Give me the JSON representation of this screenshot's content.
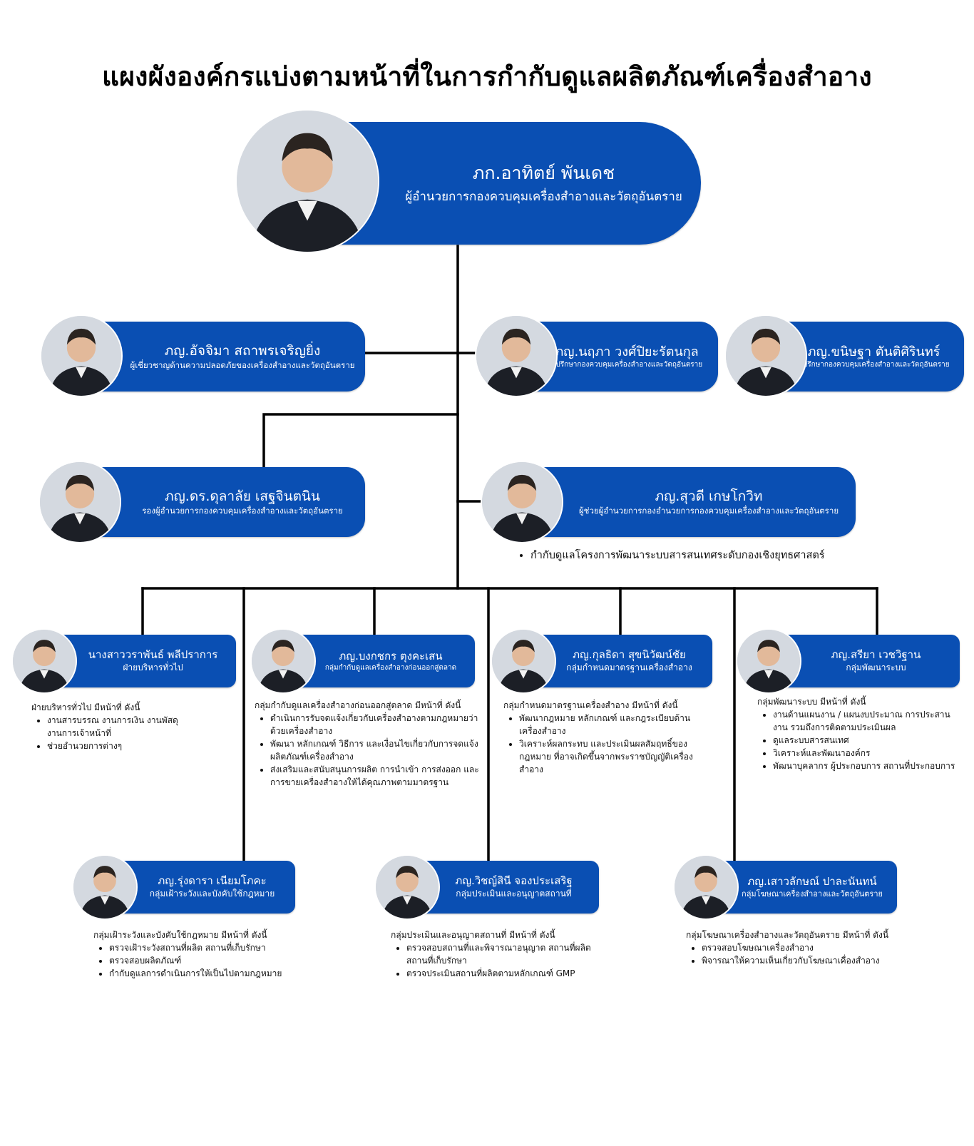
{
  "title": "แผงผังองค์กรแบ่งตามหน้าที่ในการกำกับดูแลผลิตภัณฑ์เครื่องสำอาง",
  "icons": {
    "portrait": "person-photo-icon"
  },
  "colors": {
    "pill": "#0a4fb3",
    "connector": "#000000"
  },
  "director": {
    "name": "ภก.อาทิตย์ พันเดช",
    "role": "ผู้อำนวยการกองควบคุมเครื่องสำอางและวัตถุอันตราย"
  },
  "expert": {
    "name": "ภญ.อัจจิมา สถาพรเจริญยิ่ง",
    "role": "ผู้เชี่ยวชาญด้านความปลอดภัยของเครื่องสำอางและวัตถุอันตราย"
  },
  "advisors": [
    {
      "name": "ภญ.นฤภา วงศ์ปิยะรัตนกุล",
      "role": "ที่ปรึกษากองควบคุมเครื่องสำอางและวัตถุอันตราย"
    },
    {
      "name": "ภญ.ขนิษฐา ตันติศิรินทร์",
      "role": "ที่ปรึกษากองควบคุมเครื่องสำอางและวัตถุอันตราย"
    }
  ],
  "deputy": {
    "name": "ภญ.ดร.ดุลาลัย เสฐจินตนิน",
    "role": "รองผู้อำนวยการกองควบคุมเครื่องสำอางและวัตถุอันตราย"
  },
  "assistant": {
    "name": "ภญ.สุวดี เกษโกวิท",
    "role": "ผู้ช่วยผู้อำนวยการกองอำนวยการกองควบคุมเครื่องสำอางและวัตถุอันตราย",
    "duties": [
      "กำกับดูแลโครงการพัฒนาระบบสารสนเทศระดับกองเชิงยุทธศาสตร์"
    ]
  },
  "groups_row1": [
    {
      "name": "นางสาววราพันธ์ พลีปราการ",
      "role": "ฝ่ายบริหารทั่วไป",
      "duty_head": "ฝ่ายบริหารทั่วไป มีหน้าที่ ดังนี้",
      "duties": [
        "งานสารบรรณ งานการเงิน งานพัสดุ งานการเจ้าหน้าที่",
        "ช่วยอำนวยการต่างๆ"
      ]
    },
    {
      "name": "ภญ.บงกชกร ตุงคะเสน",
      "role": "กลุ่มกำกับดูแลเครื่องสำอางก่อนออกสู่ตลาด",
      "duty_head": "กลุ่มกำกับดูแลเครื่องสำอางก่อนออกสู่ตลาด มีหน้าที่ ดังนี้",
      "duties": [
        "ดำเนินการรับจดแจ้งเกี่ยวกับเครื่องสำอางตามกฎหมายว่าด้วยเครื่องสำอาง",
        "พัฒนา หลักเกณฑ์ วิธีการ และเงื่อนไขเกี่ยวกับการจดแจ้งผลิตภัณฑ์เครื่องสำอาง",
        "ส่งเสริมและสนับสนุนการผลิต การนำเข้า การส่งออก และการขายเครื่องสำอางให้ได้คุณภาพตามมาตรฐาน"
      ]
    },
    {
      "name": "ภญ.กุลธิดา สุขนิวัฒน์ชัย",
      "role": "กลุ่มกำหนดมาตรฐานเครื่องสำอาง",
      "duty_head": "กลุ่มกำหนดมาตรฐานเครื่องสำอาง มีหน้าที่ ดังนี้",
      "duties": [
        "พัฒนากฎหมาย หลักเกณฑ์ และกฎระเบียบด้านเครื่องสำอาง",
        "วิเคราะห์ผลกระทบ และประเมินผลสัมฤทธิ์ของกฎหมาย ที่อาจเกิดขึ้นจากพระราชบัญญัติเครื่องสำอาง"
      ]
    },
    {
      "name": "ภญ.สรียา เวชวิฐาน",
      "role": "กลุ่มพัฒนาระบบ",
      "duty_head": "กลุ่มพัฒนาระบบ มีหน้าที่ ดังนี้",
      "duties": [
        "งานด้านแผนงาน / แผนงบประมาณ การประสานงาน รวมถึงการติดตามประเมินผล",
        "ดูแลระบบสารสนเทศ",
        "วิเคราะห์และพัฒนาองค์กร",
        "พัฒนาบุคลากร ผู้ประกอบการ สถานที่ประกอบการ"
      ]
    }
  ],
  "groups_row2": [
    {
      "name": "ภญ.รุ่งดารา เนียมโภคะ",
      "role": "กลุ่มเฝ้าระวังและบังคับใช้กฎหมาย",
      "duty_head": "กลุ่มเฝ้าระวังและบังคับใช้กฎหมาย มีหน้าที่ ดังนี้",
      "duties": [
        "ตรวจเฝ้าระวังสถานที่ผลิต สถานที่เก็บรักษา",
        "ตรวจสอบผลิตภัณฑ์",
        "กำกับดูแลการดำเนินการให้เป็นไปตามกฎหมาย"
      ]
    },
    {
      "name": "ภญ.วิชญ์สินี จองประเสริฐ",
      "role": "กลุ่มประเมินและอนุญาตสถานที่",
      "duty_head": "กลุ่มประเมินและอนุญาตสถานที่ มีหน้าที่ ดังนี้",
      "duties": [
        "ตรวจสอบสถานที่และพิจารณาอนุญาต สถานที่ผลิต สถานที่เก็บรักษา",
        "ตรวจประเมินสถานที่ผลิตตามหลักเกณฑ์ GMP"
      ]
    },
    {
      "name": "ภญ.เสาวลักษณ์ ปาละนันทน์",
      "role": "กลุ่มโฆษณาเครื่องสำอางและวัตถุอันตราย",
      "duty_head": "กลุ่มโฆษณาเครื่องสำอางและวัตถุอันตราย มีหน้าที่ ดังนี้",
      "duties": [
        "ตรวจสอบโฆษณาเครื่องสำอาง",
        "พิจารณาให้ความเห็นเกี่ยวกับโฆษณาเคื่องสำอาง"
      ]
    }
  ]
}
